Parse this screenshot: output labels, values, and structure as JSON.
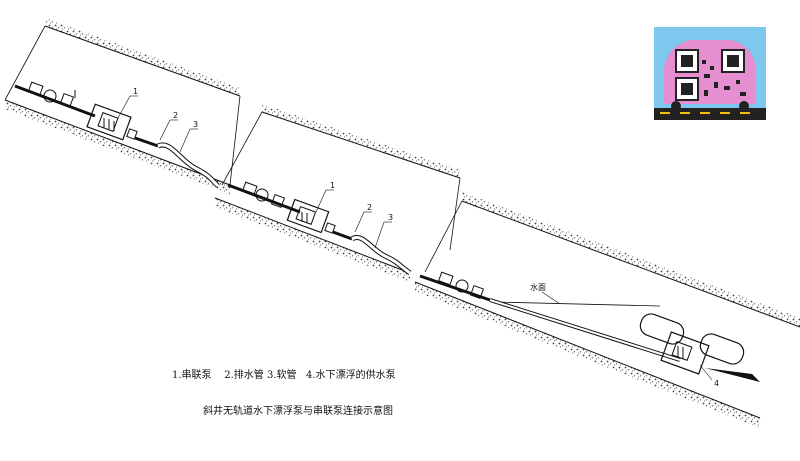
{
  "legend": "1.串联泵    2.排水管 3.软管   4.水下漂浮的供水泵",
  "caption": "斜井无轨道水下漂浮泵与串联泵连接示意图",
  "water_label": "水面",
  "callouts": {
    "panel1": [
      "1",
      "2",
      "3"
    ],
    "panel2": [
      "1",
      "2",
      "3"
    ],
    "panel3": [
      "4"
    ]
  },
  "colors": {
    "ink": "#111111",
    "ground": "#555555",
    "qr_bg": "#e58fd0"
  },
  "icons": [
    "qr-code-badge-icon"
  ]
}
